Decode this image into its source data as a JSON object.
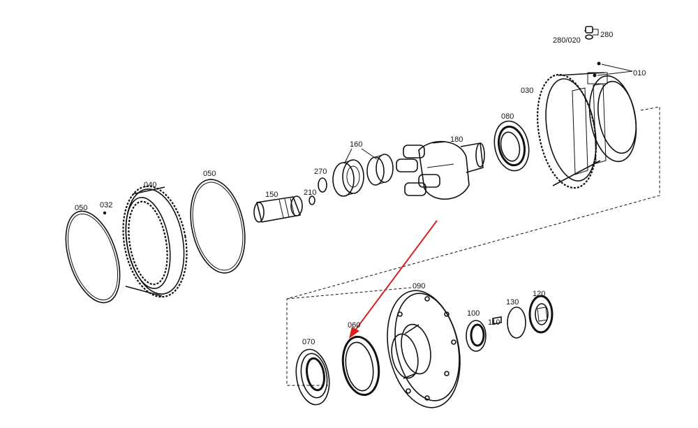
{
  "diagram": {
    "arrow_color": "#d42020",
    "labels": {
      "p010": "010",
      "p030": "030",
      "p080": "080",
      "p180": "180",
      "p160": "160",
      "p270": "270",
      "p150": "150",
      "p210": "210",
      "p050a": "050",
      "p040": "040",
      "p050b": "050",
      "p032": "032",
      "p090": "090",
      "p060": "060",
      "p070": "070",
      "p100": "100",
      "p110": "110",
      "p130": "130",
      "p120": "120",
      "p280_020": "280/020",
      "p280": "280"
    }
  }
}
